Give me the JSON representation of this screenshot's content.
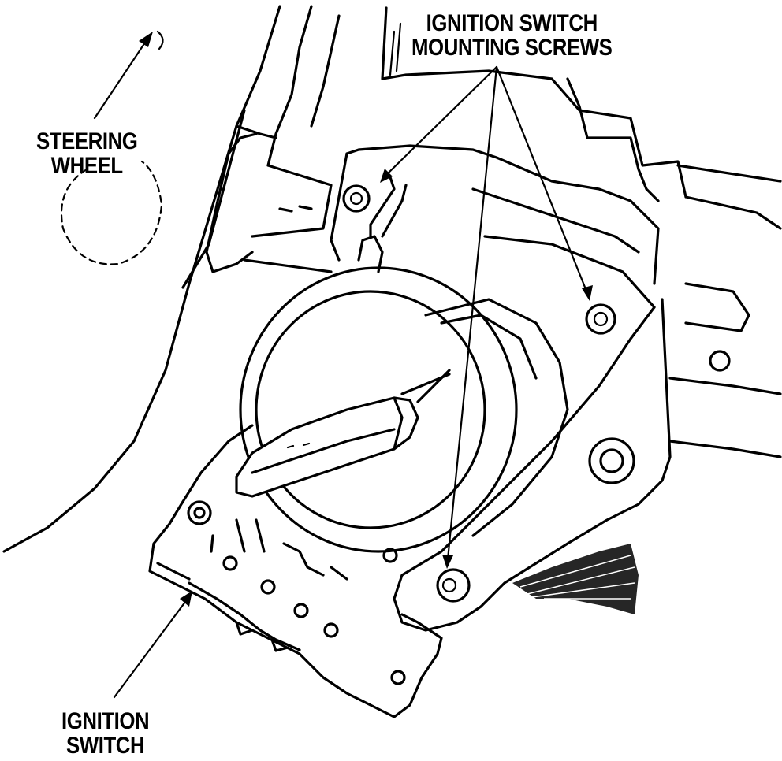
{
  "labels": {
    "steering_wheel": [
      "STEERING",
      "WHEEL"
    ],
    "mounting_screws": [
      "IGNITION SWITCH",
      "MOUNTING SCREWS"
    ],
    "ignition_switch": [
      "IGNITION",
      "SWITCH"
    ]
  },
  "colors": {
    "ink": "#000000",
    "paper": "#ffffff"
  }
}
